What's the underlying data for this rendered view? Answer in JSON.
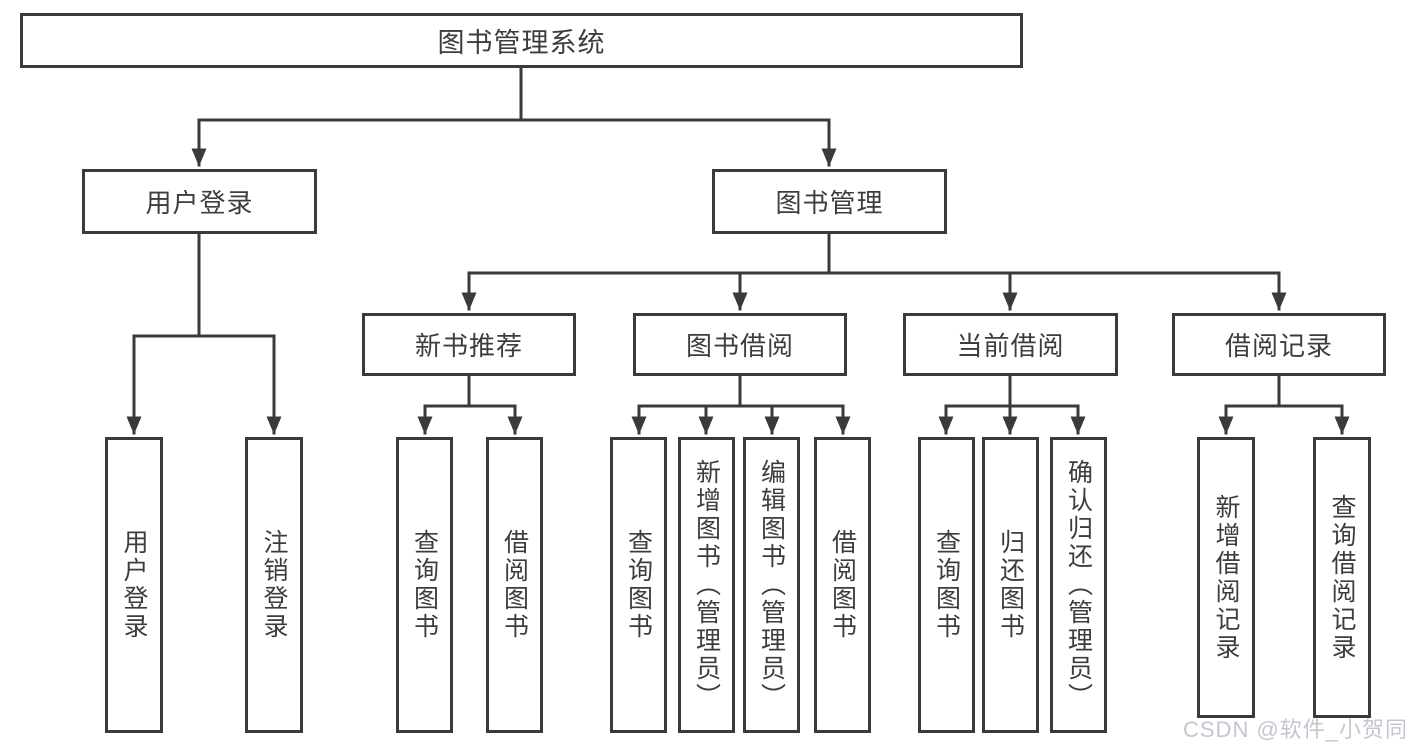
{
  "diagram": {
    "root": {
      "label": "图书管理系统",
      "children": [
        {
          "label": "用户登录",
          "children": [
            {
              "label": "用户登录"
            },
            {
              "label": "注销登录"
            }
          ]
        },
        {
          "label": "图书管理",
          "children": [
            {
              "label": "新书推荐",
              "children": [
                {
                  "label": "查询图书"
                },
                {
                  "label": "借阅图书"
                }
              ]
            },
            {
              "label": "图书借阅",
              "children": [
                {
                  "label": "查询图书"
                },
                {
                  "label": "新增图书（管理员）"
                },
                {
                  "label": "编辑图书（管理员）"
                },
                {
                  "label": "借阅图书"
                }
              ]
            },
            {
              "label": "当前借阅",
              "children": [
                {
                  "label": "查询图书"
                },
                {
                  "label": "归还图书"
                },
                {
                  "label": "确认归还（管理员）"
                }
              ]
            },
            {
              "label": "借阅记录",
              "children": [
                {
                  "label": "新增借阅记录"
                },
                {
                  "label": "查询借阅记录"
                }
              ]
            }
          ]
        }
      ]
    }
  },
  "watermark": {
    "text": "CSDN @软件_小贺同学"
  },
  "colors": {
    "line": "#3a3a3a",
    "text": "#3d3d3d",
    "watermark": "#c3c7cf",
    "background": "#ffffff"
  }
}
